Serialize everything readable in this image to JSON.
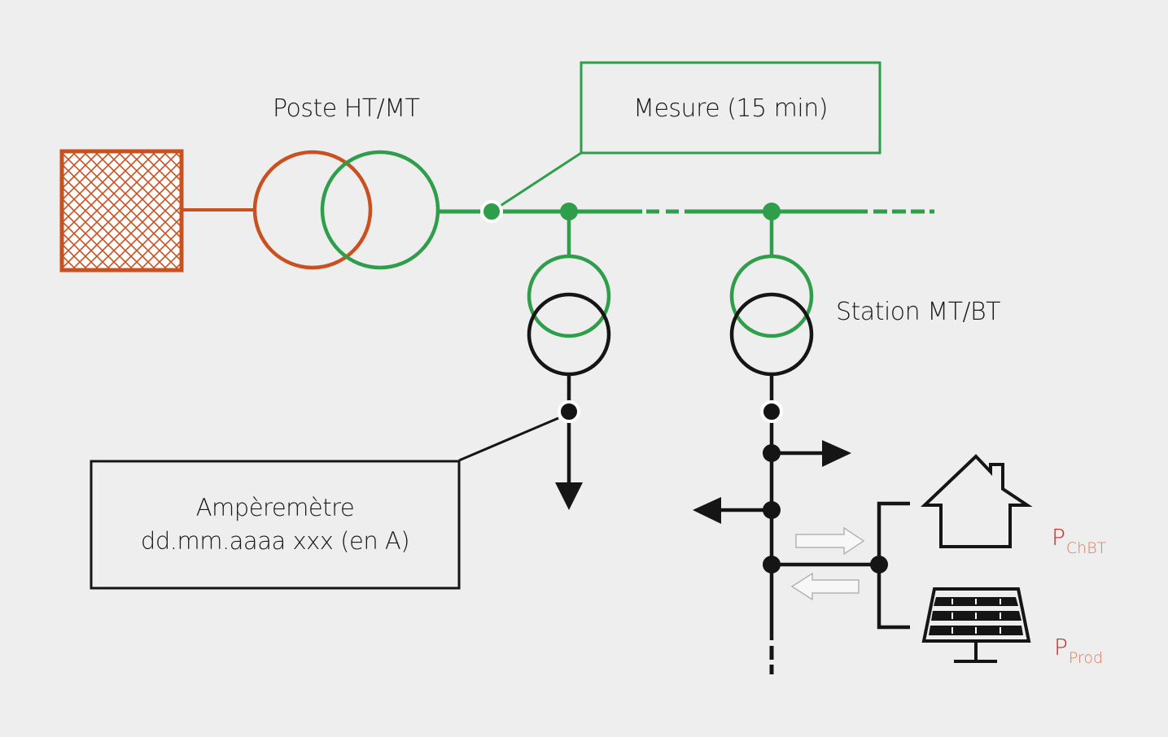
{
  "colors": {
    "background": "#eeeeee",
    "ht": "#c9501f",
    "mt": "#2f9e4b",
    "bt": "#151515",
    "power_label": "#d0282a",
    "power_sub": "#d97a5a",
    "flow_arrow_fill": "#f7f7f7",
    "flow_arrow_stroke": "#b4b4b4"
  },
  "labels": {
    "poste": "Poste HT/MT",
    "mesure": "Mesure (15 min)",
    "station": "Station MT/BT",
    "amperemetre_line1": "Ampèremètre",
    "amperemetre_line2": "dd.mm.aaaa xxx (en A)",
    "p_chbt_main": "P",
    "p_chbt_sub": "ChBT",
    "p_prod_main": "P",
    "p_prod_sub": "Prod"
  },
  "icons": {
    "grid_source": "hatched-square-icon",
    "house": "house-icon",
    "solar_panel": "solar-panel-icon"
  }
}
